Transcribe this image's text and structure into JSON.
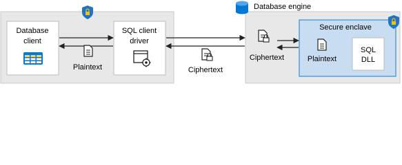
{
  "colors": {
    "region_fill": "#e8e8e8",
    "region_stroke": "#c8c8c8",
    "box_fill": "#ffffff",
    "box_stroke": "#bdbdbd",
    "enclave_fill": "#c8dcf2",
    "enclave_stroke": "#5b9bd5",
    "accent": "#0078d4",
    "shield": "#1f74c6",
    "lock": "#f2c018",
    "arrow": "#222222"
  },
  "labels": {
    "database_client": [
      "Database",
      "client"
    ],
    "sql_client_driver": [
      "SQL client",
      "driver"
    ],
    "plaintext_left": "Plaintext",
    "ciphertext_middle": "Ciphertext",
    "database_engine": "Database engine",
    "ciphertext_right": "Ciphertext",
    "secure_enclave": "Secure enclave",
    "plaintext_enclave": "Plaintext",
    "sql_dll": [
      "SQL",
      "DLL"
    ]
  },
  "icons": {
    "client_app": "spreadsheet-app-icon",
    "driver": "window-gear-icon",
    "shield": "shield-lock-icon",
    "database": "database-cylinder-icon",
    "document": "document-icon",
    "locked_document": "locked-document-icon"
  }
}
